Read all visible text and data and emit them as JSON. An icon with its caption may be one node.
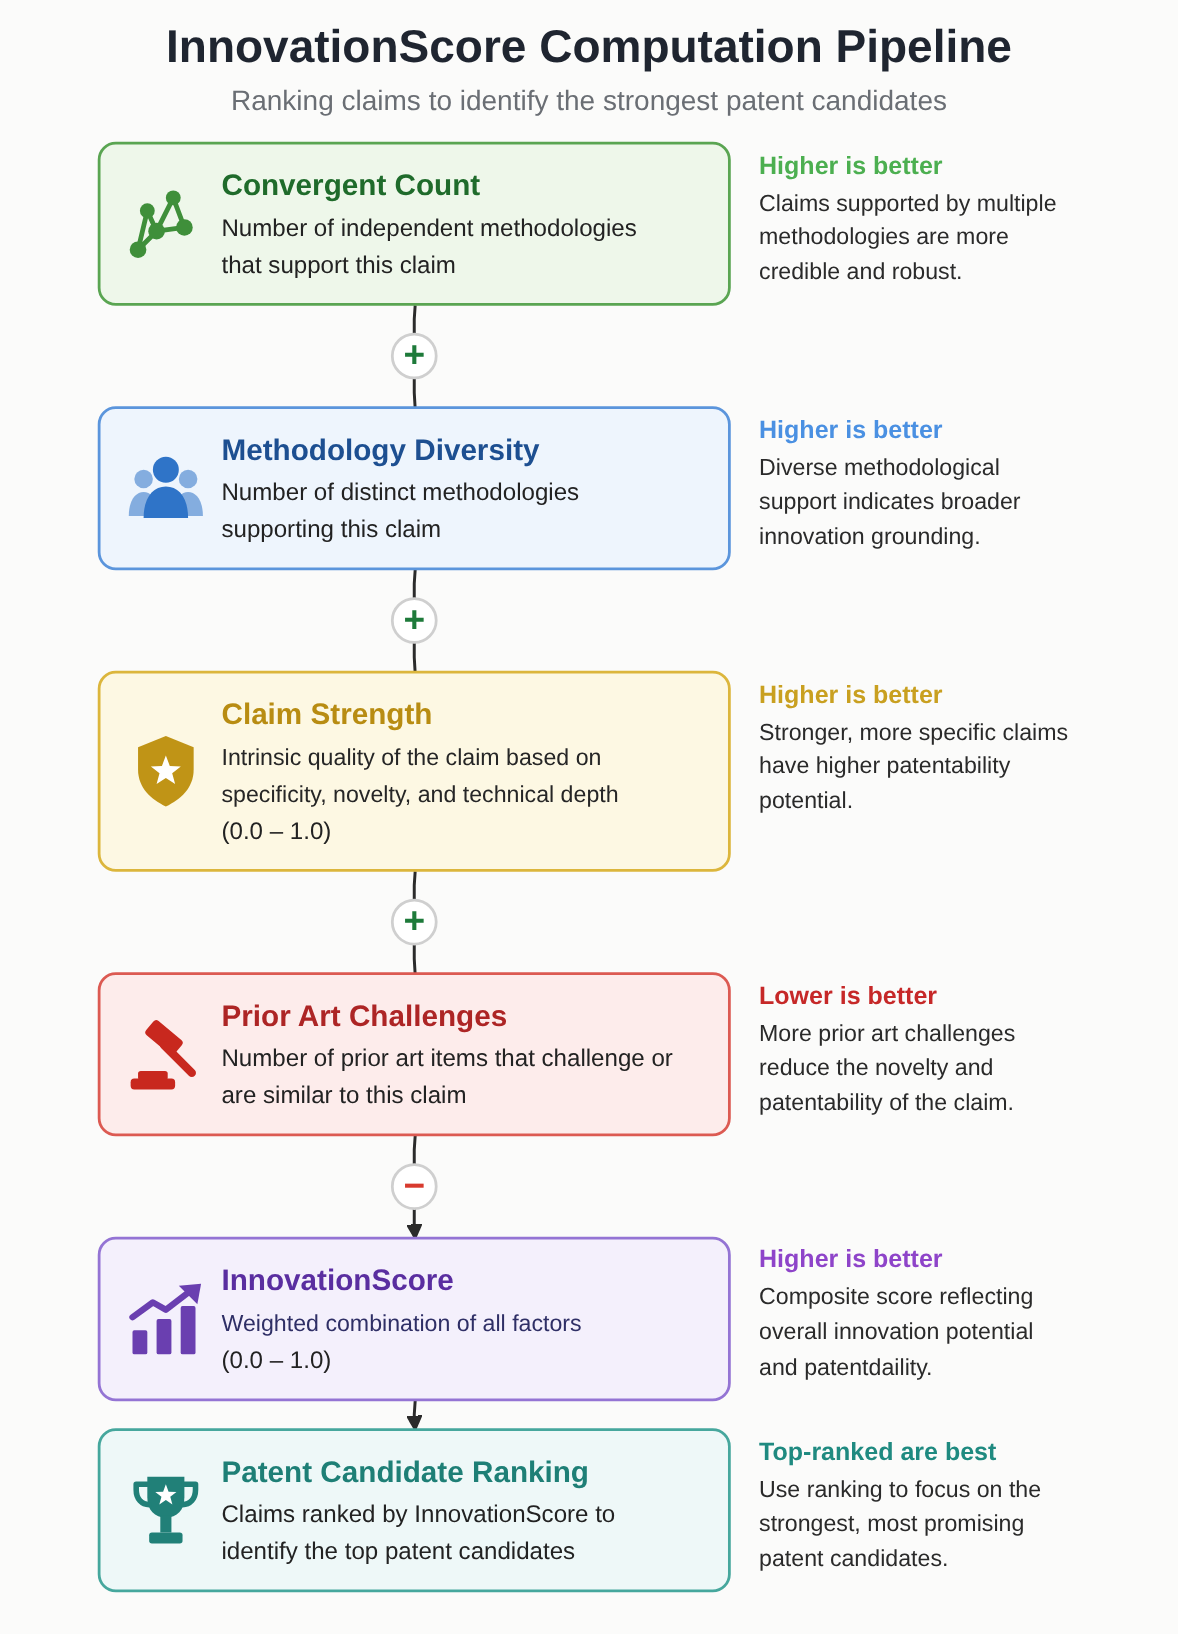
{
  "diagram": {
    "title": "InnovationScore Computation Pipeline",
    "nodes": [
      {
        "text": [
          "Convergent Count",
          "Number of independent methodologies that support this claim"
        ],
        "beside": [
          "Higher is better",
          "Claims supported by multiple methodologies are more credible and robust."
        ]
      },
      {
        "text": [
          "+"
        ]
      },
      {
        "text": [
          "Methodology Diversity",
          "Number of distinct methodologies supporting this claim"
        ],
        "beside": [
          "Higher is better",
          "Diverse methodological support indicates broader innovation grounding."
        ]
      },
      {
        "text": [
          "+"
        ]
      },
      {
        "text": [
          "Claim Strength",
          "Intrinsic quality of the claim based on specificity, novelty, and technical depth",
          "(0.0 – 1.0)"
        ],
        "beside": [
          "Higher is better",
          "Stronger, more specific claims have higher patentability potential."
        ]
      },
      {
        "text": [
          "+"
        ]
      },
      {
        "text": [
          "Prior Art Challenges",
          "Number of prior art items that challenge or are similar to this claim"
        ],
        "beside": [
          "Lower is better",
          "More prior art challenges reduce the novelty and patentability of the claim."
        ]
      },
      {
        "text": [
          "−"
        ]
      },
      {
        "text": [
          "InnovationScore",
          "Weighted combination of all factors",
          "(0.0 – 1.0)"
        ],
        "beside": [
          "Higher is better",
          "Composite score reflecting overall innovation potential and patentdaility."
        ]
      },
      {
        "text": [
          "Patent Candidate Ranking",
          "Claims ranked by InnovationScore to identify the top patent candidates"
        ],
        "beside": [
          "Top-ranked are best",
          "Use ranking to focus on the strongest, most promising patent candidates."
        ]
      }
    ],
    "edges": [
      {
        "from": 0,
        "to": 1,
        "arrow": "none"
      },
      {
        "from": 1,
        "to": 2,
        "arrow": "none"
      },
      {
        "from": 2,
        "to": 3,
        "arrow": "none"
      },
      {
        "from": 3,
        "to": 4,
        "arrow": "none"
      },
      {
        "from": 4,
        "to": 5,
        "arrow": "none"
      },
      {
        "from": 5,
        "to": 6,
        "arrow": "none"
      },
      {
        "from": 6,
        "to": 7,
        "arrow": "none"
      },
      {
        "from": 7,
        "to": 8,
        "arrow": "to"
      },
      {
        "from": 8,
        "to": 9,
        "arrow": "to"
      }
    ],
    "labels": [
      "Ranking claims to identify the strongest patent candidates"
    ]
  }
}
